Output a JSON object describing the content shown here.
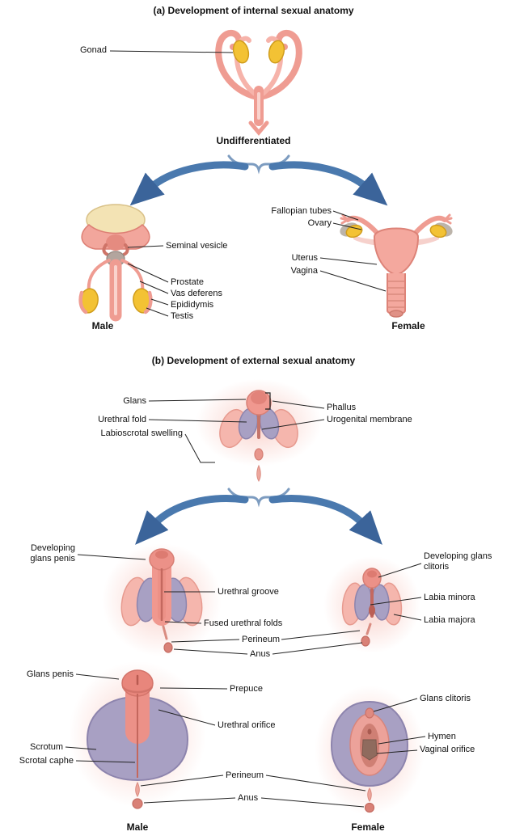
{
  "panel_a": {
    "title": "(a) Development of internal sexual anatomy",
    "stage_captions": {
      "undifferentiated": "Undifferentiated",
      "male": "Male",
      "female": "Female"
    },
    "labels": {
      "gonad": "Gonad",
      "seminal_vesicle": "Seminal vesicle",
      "prostate": "Prostate",
      "vas_deferens": "Vas deferens",
      "epididymis": "Epididymis",
      "testis": "Testis",
      "fallopian_tubes": "Fallopian tubes",
      "ovary": "Ovary",
      "uterus": "Uterus",
      "vagina": "Vagina"
    }
  },
  "panel_b": {
    "title": "(b) Development of external sexual anatomy",
    "stage_captions": {
      "male": "Male",
      "female": "Female"
    },
    "labels": {
      "glans": "Glans",
      "urethral_fold": "Urethral fold",
      "labioscrotal_swelling": "Labioscrotal swelling",
      "phallus": "Phallus",
      "urogenital_membrane": "Urogenital membrane",
      "developing_glans_penis": "Developing glans penis",
      "urethral_groove": "Urethral groove",
      "fused_urethral_folds": "Fused urethral folds",
      "perineum_intermediate": "Perineum",
      "anus_intermediate": "Anus",
      "developing_glans_clitoris": "Developing glans clitoris",
      "labia_minora": "Labia minora",
      "labia_majora": "Labia majora",
      "glans_penis": "Glans penis",
      "prepuce": "Prepuce",
      "urethral_orifice": "Urethral orifice",
      "scrotum": "Scrotum",
      "scrotal_raphe": "Scrotal caphe",
      "perineum_final": "Perineum",
      "anus_final": "Anus",
      "glans_clitoris": "Glans clitoris",
      "hymen": "Hymen",
      "vaginal_orifice": "Vaginal orifice"
    }
  },
  "palette": {
    "tissue_salmon": "#ef9c92",
    "tissue_salmon_light": "#f6b3aa",
    "gonad_yellow": "#f3c234",
    "fold_lavender": "#a8a0c3",
    "bladder_cream": "#f3e3b4",
    "arrow_blue": "#4a79ae",
    "label_text": "#111111",
    "background": "#ffffff"
  }
}
